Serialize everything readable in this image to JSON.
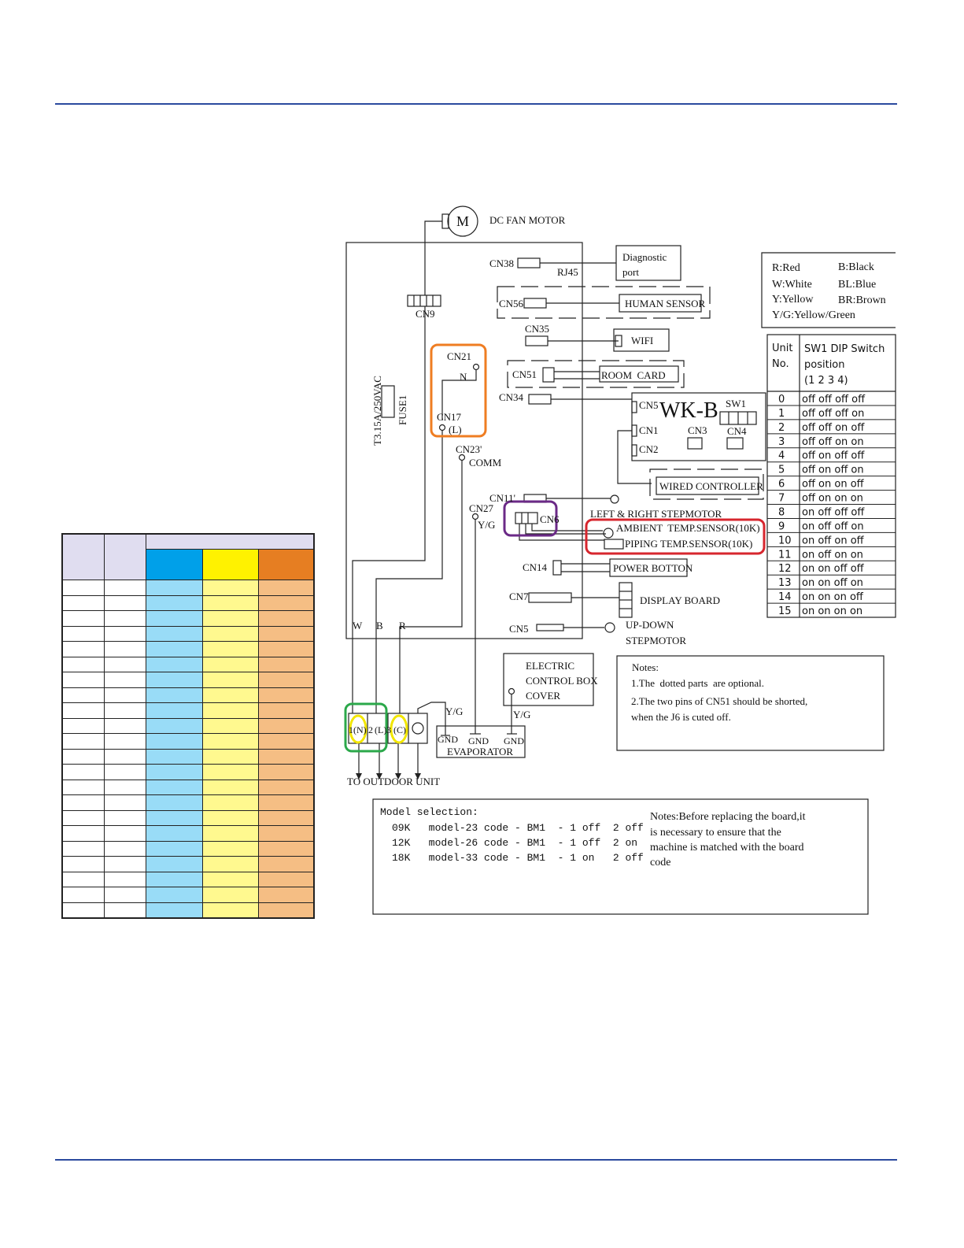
{
  "motor": {
    "symbol": "M",
    "label": "DC FAN MOTOR"
  },
  "connectors": {
    "cn38": "CN38",
    "rj45": "RJ45",
    "cn56": "CN56",
    "cn9": "CN9",
    "cn35": "CN35",
    "cn21": "CN21",
    "n_term": "N",
    "cn51": "CN51",
    "cn34": "CN34",
    "cn17": "CN17",
    "l_term": "(L)",
    "cn23": "CN23'",
    "comm": "COMM",
    "cn11": "CN11'",
    "cn27": "CN27",
    "yg": "Y/G",
    "cn6": "CN6",
    "cn14": "CN14",
    "cn7": "CN7",
    "cn5": "CN5"
  },
  "fuse": {
    "rating": "T3.15A/250VAC",
    "name": "FUSE1"
  },
  "peripherals": {
    "diagnostic": [
      "Diagnostic",
      "port"
    ],
    "human_sensor": "HUMAN SENSOR",
    "wifi": "WIFI",
    "room_card": "ROOM  CARD",
    "wired_controller": "WIRED CONTROLLER",
    "lr_stepmotor": "LEFT & RIGHT STEPMOTOR",
    "ambient_sensor": "AMBIENT  TEMP.SENSOR(10K)",
    "piping_sensor": "PIPING TEMP.SENSOR(10K)",
    "power_button": "POWER BOTTON",
    "display_board": "DISPLAY BOARD",
    "updown_stepmotor": [
      "UP-DOWN",
      "STEPMOTOR"
    ]
  },
  "wkb": {
    "title": "WK-B",
    "cn5": "CN5",
    "cn1": "CN1",
    "cn2": "CN2",
    "cn3": "CN3",
    "cn4": "CN4",
    "sw1": "SW1"
  },
  "wires": {
    "w": "W",
    "b": "B",
    "r": "R",
    "yg1": "Y/G",
    "yg2": "Y/G"
  },
  "terminal": {
    "t1": "1",
    "n": "(N)",
    "t2": "2",
    "l": "(L)",
    "t3": "3",
    "c": "(C)"
  },
  "ground": {
    "gnd1": "GND",
    "gnd2": "GND",
    "gnd3": "GND",
    "evaporator": "EVAPORATOR",
    "outdoor": "TO OUTDOOR UNIT"
  },
  "ecb": [
    "ELECTRIC",
    "CONTROL BOX",
    "COVER"
  ],
  "legend": {
    "rows": [
      [
        "R:Red",
        "B:Black"
      ],
      [
        "W:White",
        "BL:Blue"
      ],
      [
        "Y:Yellow",
        "BR:Brown"
      ],
      [
        "Y/G:Yellow/Green",
        ""
      ]
    ]
  },
  "dip_table": {
    "header_unit": [
      "Unit",
      "No."
    ],
    "header_sw": [
      "SW1 DIP Switch",
      "position",
      "(1 2 3 4)"
    ],
    "rows": [
      [
        "0",
        "off off off off"
      ],
      [
        "1",
        "off off off on"
      ],
      [
        "2",
        "off off on off"
      ],
      [
        "3",
        "off off on on"
      ],
      [
        "4",
        "off on off off"
      ],
      [
        "5",
        "off on off on"
      ],
      [
        "6",
        "off on on off"
      ],
      [
        "7",
        "off on on on"
      ],
      [
        "8",
        "on off off off"
      ],
      [
        "9",
        "on off off on"
      ],
      [
        "10",
        "on off on off"
      ],
      [
        "11",
        "on off on on"
      ],
      [
        "12",
        "on on off off"
      ],
      [
        "13",
        "on on off on"
      ],
      [
        "14",
        "on on on off"
      ],
      [
        "15",
        "on on on on"
      ]
    ]
  },
  "notes": {
    "title": "Notes:",
    "lines": [
      "1.The  dotted parts  are optional.",
      "2.The two pins of CN51 should be shorted,",
      "when the J6 is cuted off."
    ]
  },
  "model_selection": {
    "title": "Model selection:",
    "rows": [
      "09K   model-23 code - BM1  - 1 off  2 off",
      "12K   model-26 code - BM1  - 1 off  2 on",
      "18K   model-33 code - BM1  - 1 on   2 off"
    ],
    "note": [
      "Notes:Before replacing the board,it",
      "is necessary to ensure that the",
      "machine is matched with the board",
      "code"
    ]
  },
  "color_table": {
    "column_colors": [
      "#e0ddf0",
      "#e0ddf0",
      "#00a0e9",
      "#fff200",
      "#e67e22"
    ],
    "body_colors": [
      "#ffffff",
      "#ffffff",
      "#99dcf7",
      "#fff98f",
      "#f5be84"
    ],
    "body_rows": 22
  },
  "highlight_colors": {
    "orange": "#ef7d22",
    "purple": "#6b2a87",
    "red": "#d7262e",
    "green": "#2ba84a",
    "yellow": "#f2e600",
    "rule": "#2b4a9e"
  }
}
